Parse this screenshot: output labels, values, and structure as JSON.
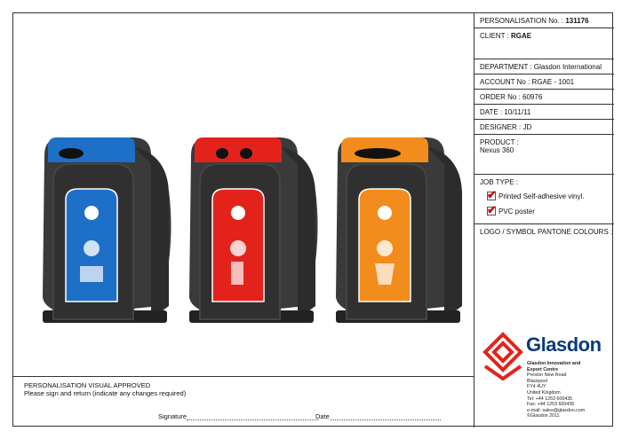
{
  "personalisation": {
    "label": "PERSONALISATION No. :",
    "value": "131176"
  },
  "client": {
    "label": "CLIENT :",
    "value": "RGAE"
  },
  "department": {
    "label": "DEPARTMENT :",
    "value": "Glasdon International"
  },
  "account": {
    "label": "ACCOUNT No :",
    "value": "RGAE - 1001"
  },
  "order": {
    "label": "ORDER No :",
    "value": "60976"
  },
  "date": {
    "label": "DATE :",
    "value": "10/11/11"
  },
  "designer": {
    "label": "DESIGNER :",
    "value": "JD"
  },
  "product": {
    "label": "PRODUCT :",
    "value": "Nexus 360"
  },
  "job_type": {
    "label": "JOB TYPE :",
    "options": [
      {
        "label": "Printed Self-adhesive vinyl.",
        "checked": true
      },
      {
        "label": "PVC poster",
        "checked": true
      }
    ]
  },
  "logo_colours": {
    "label": "LOGO / SYMBOL PANTONE COLOURS :"
  },
  "approval": {
    "line1": "PERSONALISATION VISUAL APPROVED",
    "line2": "Please sign and return (indicate any changes required)",
    "signature_label": "Signature",
    "date_label": "Date"
  },
  "company": {
    "name": "Glasdon",
    "line1": "Glasdon Innovation and",
    "line2": "Export Centre",
    "address": [
      "Preston New Road",
      "Blackpool",
      "FY4 4UY",
      "United Kingdom"
    ],
    "tel": "Tel:  +44 1253 600435",
    "fax": "Fax: +44 1253 600436",
    "email": "e-mail: sales@glasdon.com",
    "copyright": "©Glasdon 2011",
    "logo_color": "#e2231a",
    "brand_color": "#0b3a7a"
  },
  "bins": [
    {
      "name": "blue-bin",
      "color": "#1e6fc7"
    },
    {
      "name": "red-bin",
      "color": "#e3231b"
    },
    {
      "name": "orange-bin",
      "color": "#f28c1c"
    }
  ]
}
